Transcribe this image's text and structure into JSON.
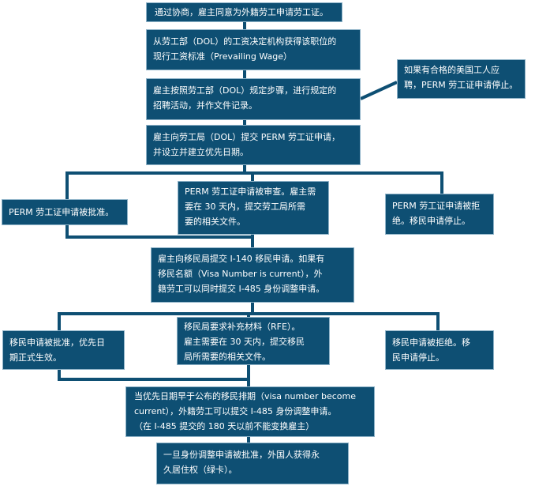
{
  "steps": {
    "s1": [
      "通过协商，雇主同意为外籍劳工申请劳工证。"
    ],
    "s2": [
      "从劳工部（DOL）的工资决定机构获得该职位的",
      "现行工资标准（Prevailing Wage）"
    ],
    "s3": [
      "雇主按照劳工部（DOL）规定步骤，进行规定的",
      "招聘活动，并作文件记录。"
    ],
    "s3_side": [
      "如果有合格的美国工人应",
      "聘，PERM 劳工证申请停止。"
    ],
    "s4": [
      "雇主向劳工局（DOL）提交 PERM 劳工证申请，",
      "并设立并建立优先日期。"
    ],
    "perm_approved": [
      "PERM 劳工证申请被批准。"
    ],
    "perm_review": [
      "PERM 劳工证申请被审查。雇主需",
      "要在 30 天内，提交劳工局所需",
      "要的相关文件。"
    ],
    "perm_denied": [
      "PERM 劳工证申请被拒",
      "绝。移民申请停止。"
    ],
    "s5": [
      "雇主向移民局提交 I-140 移民申请。如果有",
      "移民名额（Visa Number is current），外",
      "籍劳工可以同时提交 I-485 身份调整申请。"
    ],
    "imm_approved": [
      "移民申请被批准，优先日",
      "期正式生效。"
    ],
    "rfe": [
      "移民局要求补充材料（RFE）。",
      "雇主需要在 30 天内，提交移民",
      "局所需要的相关文件。"
    ],
    "imm_denied": [
      "移民申请被拒绝。移",
      "民申请停止。"
    ],
    "s6": [
      "当优先日期早于公布的移民排期（visa number become",
      "current），外籍劳工可以提交 I-485 身份调整申请。",
      "（在 I-485 提交的 180 天以前不能变换雇主）"
    ],
    "s7": [
      "一旦身份调整申请被批准，外国人获得永",
      "久居住权（绿卡）。"
    ]
  }
}
